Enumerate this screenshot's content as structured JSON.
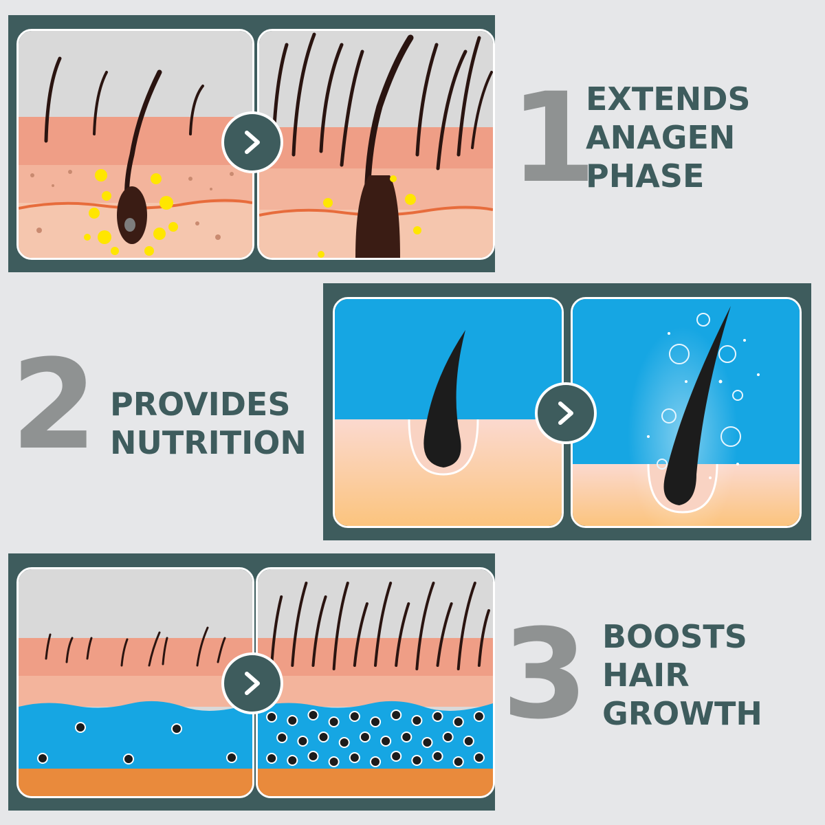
{
  "steps": [
    {
      "number": "1",
      "label_lines": [
        "EXTENDS",
        "ANAGEN",
        "PHASE"
      ]
    },
    {
      "number": "2",
      "label_lines": [
        "PROVIDES",
        "NUTRITION"
      ]
    },
    {
      "number": "3",
      "label_lines": [
        "BOOSTS",
        "HAIR",
        "GROWTH"
      ]
    }
  ],
  "icons": {
    "next": "chevron-right-icon"
  },
  "colors": {
    "frame": "#3e5c5d",
    "background": "#e6e7e9",
    "number": "#8f9292",
    "label": "#3e5c5d",
    "skin": "#f0a892",
    "dermis": "#f4c3a9",
    "blue": "#16a6e3",
    "follicle_glow": "#ffe600"
  }
}
